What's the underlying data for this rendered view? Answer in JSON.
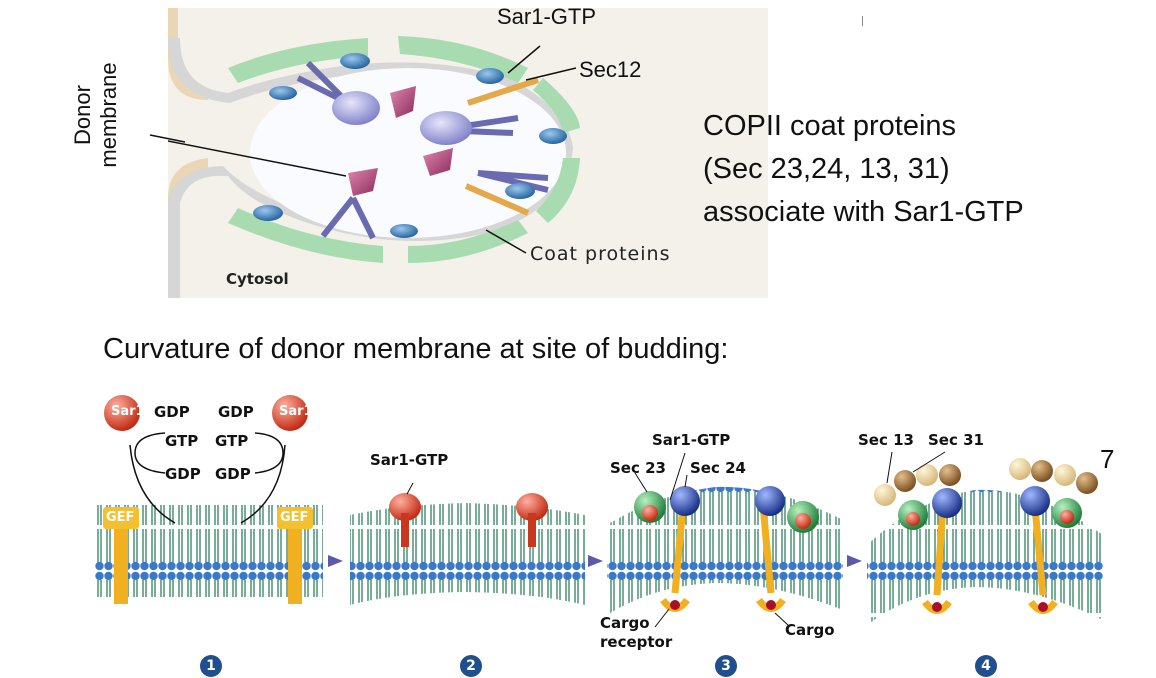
{
  "top_panel": {
    "label_sar1gtp": "Sar1-GTP",
    "label_sec12": "Sec12",
    "label_donor_line1": "Donor",
    "label_donor_line2": "membrane",
    "label_coat": "Coat proteins",
    "label_cytosol": "Cytosol"
  },
  "description": {
    "line1": "COPII coat proteins",
    "line2": "(Sec 23,24, 13, 31)",
    "line3": "associate with Sar1-GTP"
  },
  "subtitle": "Curvature of donor membrane at site of budding:",
  "page_number": "7",
  "steps": [
    {
      "number": "1",
      "labels": {
        "sar1_left": "Sar1",
        "sar1_right": "Sar1",
        "gdp_left": "GDP",
        "gdp_right": "GDP",
        "gtp_left": "GTP",
        "gtp_right": "GTP",
        "gdp2_left": "GDP",
        "gdp2_right": "GDP",
        "gef_left": "GEF",
        "gef_right": "GEF"
      }
    },
    {
      "number": "2",
      "labels": {
        "sar1gtp": "Sar1-GTP"
      }
    },
    {
      "number": "3",
      "labels": {
        "sar1gtp": "Sar1-GTP",
        "sec23": "Sec 23",
        "sec24": "Sec 24",
        "cargo_receptor_line1": "Cargo",
        "cargo_receptor_line2": "receptor",
        "cargo": "Cargo"
      }
    },
    {
      "number": "4",
      "labels": {
        "sec13": "Sec 13",
        "sec31": "Sec 31"
      }
    }
  ],
  "colors": {
    "coat_green": "#a8dcb0",
    "membrane_tan": "#e9d6b4",
    "membrane_grey": "#cfcfcf",
    "protein_purple": "#9a9ad8",
    "cargo_magenta": "#b04a7a",
    "sar_blue": "#2a6fa8",
    "sec12_orange": "#e2a84a",
    "lipid_blue": "#3a78c8",
    "lipid_tail_green": "#3d8a6c",
    "sar_red": "#d8432b",
    "sec24_blue": "#2d48a8",
    "sec23_green": "#3aa55a",
    "sec13_tan": "#e9d2a0",
    "sec31_brown": "#a0703a",
    "receptor_yellow": "#f0b020",
    "arrow_blue": "#5a5aa8"
  }
}
